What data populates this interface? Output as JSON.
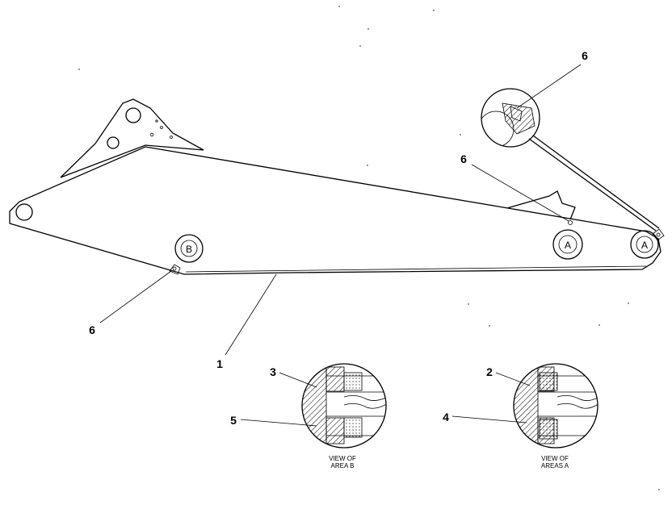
{
  "callouts": {
    "c1": "1",
    "c2": "2",
    "c3": "3",
    "c4": "4",
    "c5": "5",
    "c6_top": "6",
    "c6_mid": "6",
    "c6_left": "6"
  },
  "pin_labels": {
    "pin_b": "B",
    "pin_a_mid": "A",
    "pin_a_end": "A"
  },
  "captions": {
    "area_b_line1": "VIEW OF",
    "area_b_line2": "AREA B",
    "area_a_line1": "VIEW OF",
    "area_a_line2": "AREAS A"
  }
}
